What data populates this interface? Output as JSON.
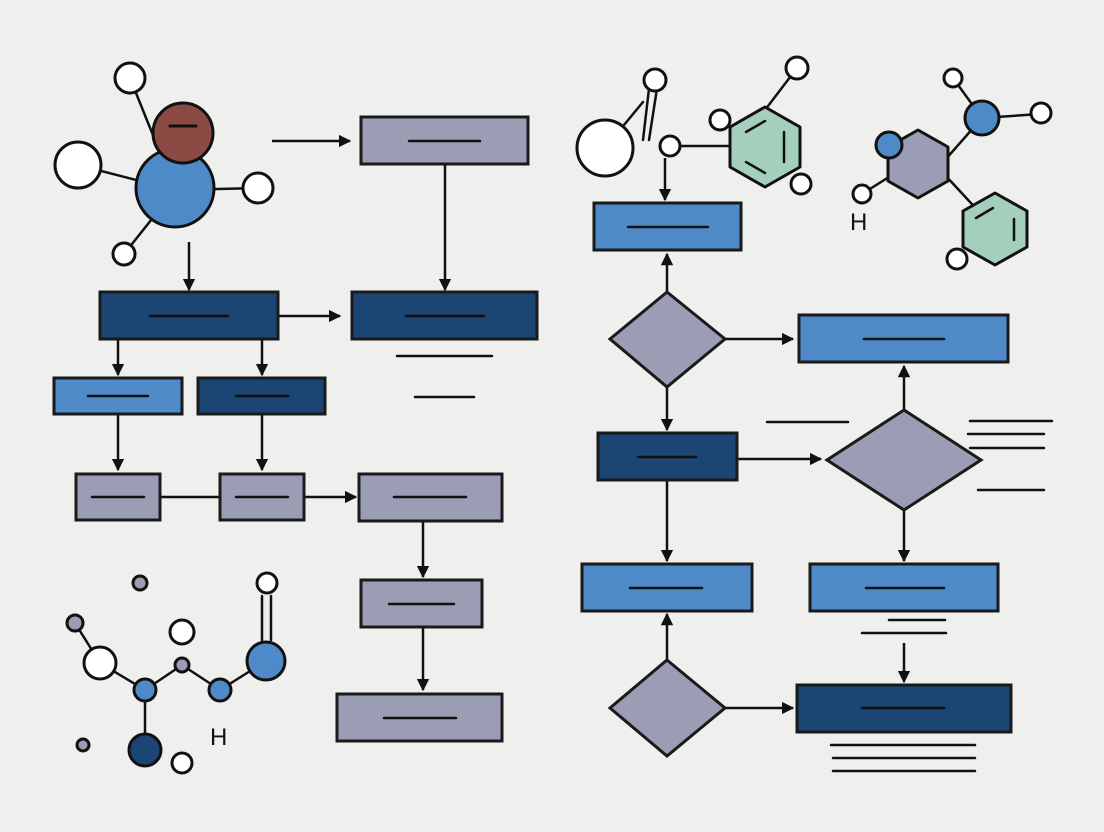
{
  "colors": {
    "background": "#efefed",
    "dark_blue": "#1b4572",
    "mid_blue": "#4f8ac8",
    "gray": "#9a9db4",
    "brown": "#8b4a43",
    "green": "#a4cfbd",
    "white": "#ffffff",
    "ink": "#111111"
  },
  "molecules": {
    "top_left": {
      "label": ""
    },
    "top_right": {
      "label": "H"
    },
    "bottom_left": {
      "label": "H"
    }
  },
  "nodes": [
    {
      "id": "lt-1",
      "shape": "rect",
      "fill": "gray"
    },
    {
      "id": "l-dark-1",
      "shape": "rect",
      "fill": "dark_blue"
    },
    {
      "id": "l-dark-2",
      "shape": "rect",
      "fill": "dark_blue"
    },
    {
      "id": "l-blue-1",
      "shape": "rect",
      "fill": "mid_blue"
    },
    {
      "id": "l-dark-3",
      "shape": "rect",
      "fill": "dark_blue"
    },
    {
      "id": "l-gray-1",
      "shape": "rect",
      "fill": "gray"
    },
    {
      "id": "l-gray-2",
      "shape": "rect",
      "fill": "gray"
    },
    {
      "id": "l-gray-3",
      "shape": "rect",
      "fill": "gray"
    },
    {
      "id": "l-gray-4",
      "shape": "rect",
      "fill": "gray"
    },
    {
      "id": "l-gray-5",
      "shape": "rect",
      "fill": "gray"
    },
    {
      "id": "r-blue-1",
      "shape": "rect",
      "fill": "mid_blue"
    },
    {
      "id": "r-diamond-1",
      "shape": "diamond",
      "fill": "gray"
    },
    {
      "id": "r-blue-2",
      "shape": "rect",
      "fill": "mid_blue"
    },
    {
      "id": "r-dark-1",
      "shape": "rect",
      "fill": "dark_blue"
    },
    {
      "id": "r-diamond-2",
      "shape": "diamond",
      "fill": "gray"
    },
    {
      "id": "r-blue-3",
      "shape": "rect",
      "fill": "mid_blue"
    },
    {
      "id": "r-blue-4",
      "shape": "rect",
      "fill": "mid_blue"
    },
    {
      "id": "r-diamond-3",
      "shape": "diamond",
      "fill": "gray"
    },
    {
      "id": "r-dark-2",
      "shape": "rect",
      "fill": "dark_blue"
    }
  ]
}
